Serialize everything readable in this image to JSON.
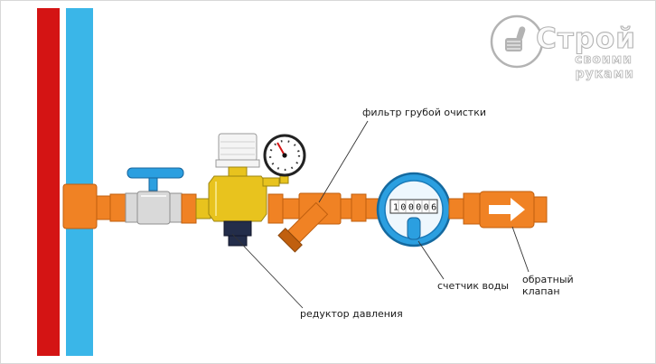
{
  "labels": {
    "filter": "фильтр грубой очистки",
    "reducer": "редуктор давления",
    "meter": "счетчик воды",
    "check_valve_line1": "обратный",
    "check_valve_line2": "клапан"
  },
  "meter": {
    "reading": "100006"
  },
  "logo": {
    "title": "Строй",
    "subtitle1": "своими",
    "subtitle2": "руками"
  },
  "colors": {
    "pipe_red": "#d41414",
    "pipe_cyan": "#3ab6e8",
    "fitting_orange": "#f08224",
    "fitting_orange_dark": "#c05f0e",
    "brass": "#e8c31e",
    "valve_silver": "#d9d9d9",
    "handle_blue": "#2b9fe0",
    "meter_blue": "#2b9fe0",
    "reducer_dark": "#232d4a",
    "label_text": "#1a1a1a",
    "logo_gray": "#b3b3b3"
  }
}
